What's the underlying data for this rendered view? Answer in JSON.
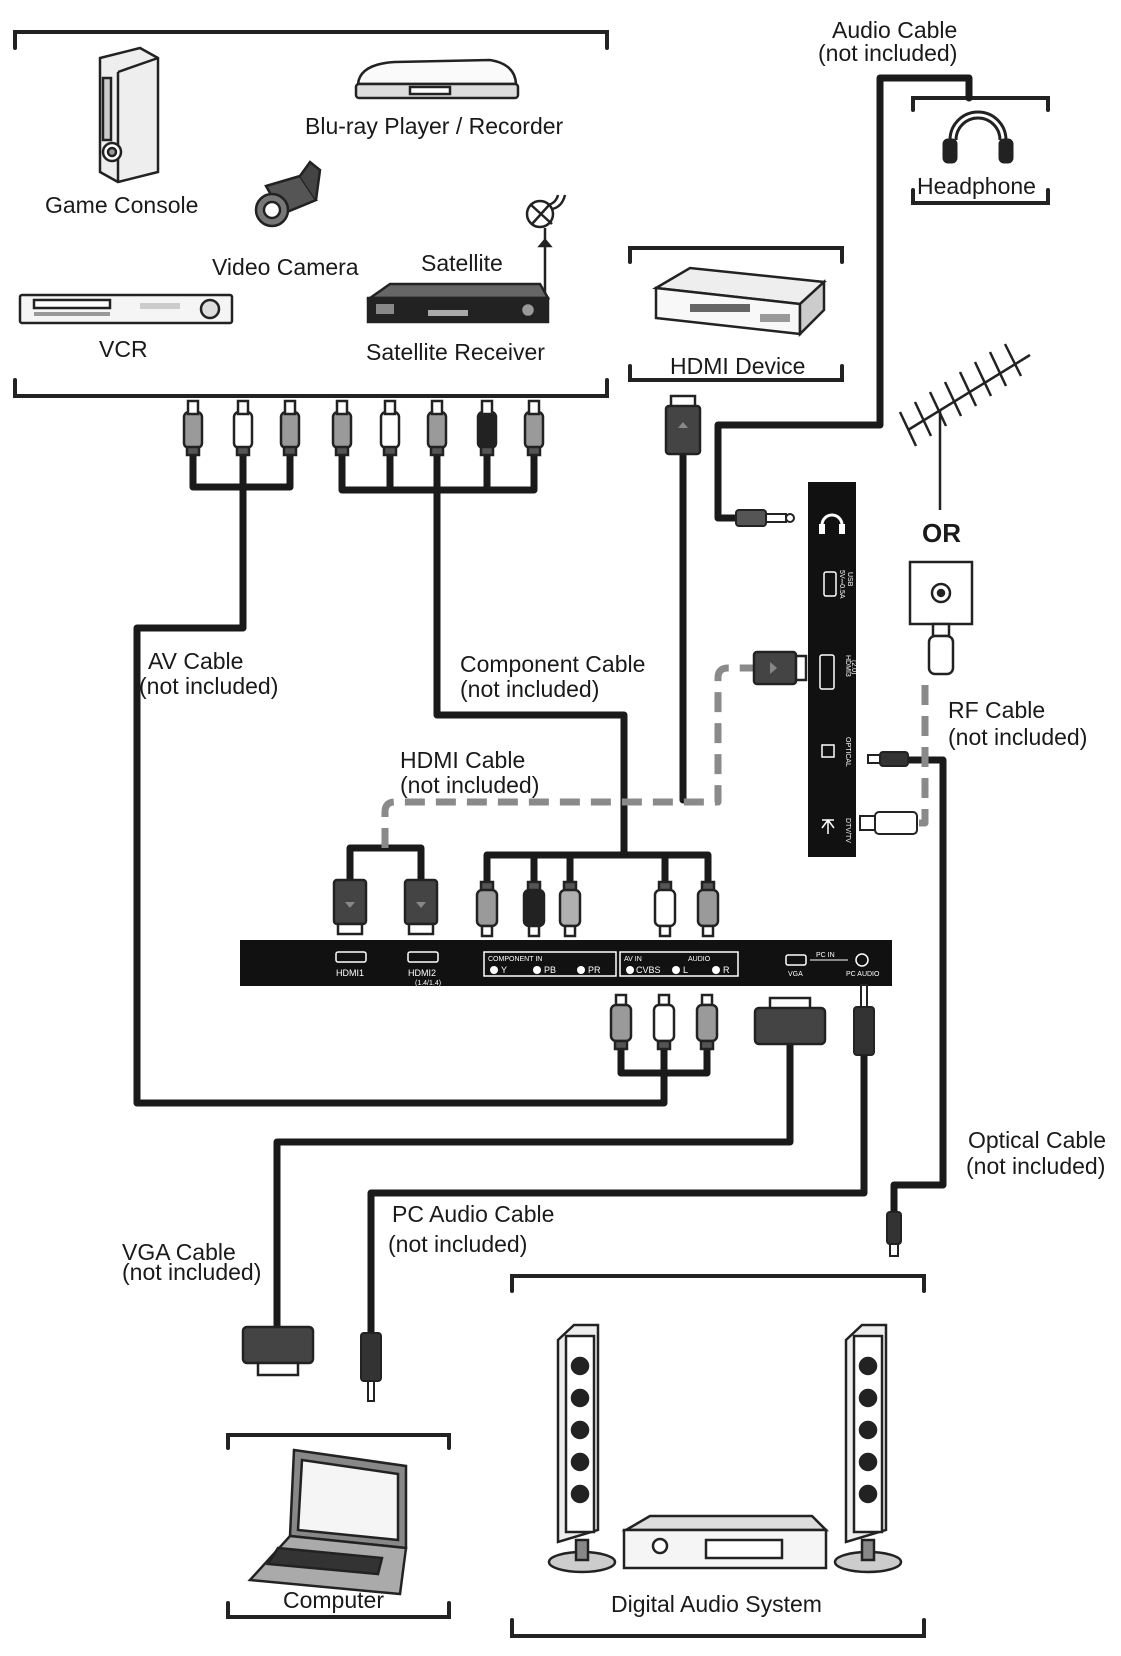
{
  "devices": {
    "game_console": "Game Console",
    "bluray": "Blu-ray Player / Recorder",
    "video_camera": "Video Camera",
    "satellite": "Satellite",
    "vcr": "VCR",
    "satellite_receiver": "Satellite Receiver",
    "hdmi_device": "HDMI Device",
    "headphone": "Headphone",
    "computer": "Computer",
    "digital_audio_system": "Digital Audio System"
  },
  "cables": {
    "audio": [
      "Audio Cable",
      "(not included)"
    ],
    "av": [
      "AV Cable",
      "(not included)"
    ],
    "component": [
      "Component Cable",
      "(not included)"
    ],
    "hdmi": [
      "HDMI Cable",
      "(not included)"
    ],
    "rf": [
      "RF Cable",
      "(not included)"
    ],
    "optical": [
      "Optical Cable",
      "(not included)"
    ],
    "pc_audio": [
      "PC Audio Cable",
      "(not included)"
    ],
    "vga": [
      "VGA Cable",
      "(not included)"
    ]
  },
  "or_label": "OR",
  "panel_bottom": {
    "hdmi1": "HDMI1",
    "hdmi2": "HDMI2",
    "hdmi2_ver": "(1.4/1.4)",
    "component_in": "COMPONENT IN",
    "y": "Y",
    "pb": "PB",
    "pr": "PR",
    "av_in": "AV IN",
    "cvbs": "CVBS",
    "audio": "AUDIO",
    "l": "L",
    "r": "R",
    "vga": "VGA",
    "pc_in": "PC IN",
    "pc_audio": "PC AUDIO"
  },
  "panel_side": {
    "usb": "USB",
    "usb_sub": "5V⎓0.5A",
    "hdmi3": "HDMI3",
    "hdmi3_ver": "(2.0)",
    "optical": "OPTICAL",
    "dtv": "DTV/TV"
  }
}
